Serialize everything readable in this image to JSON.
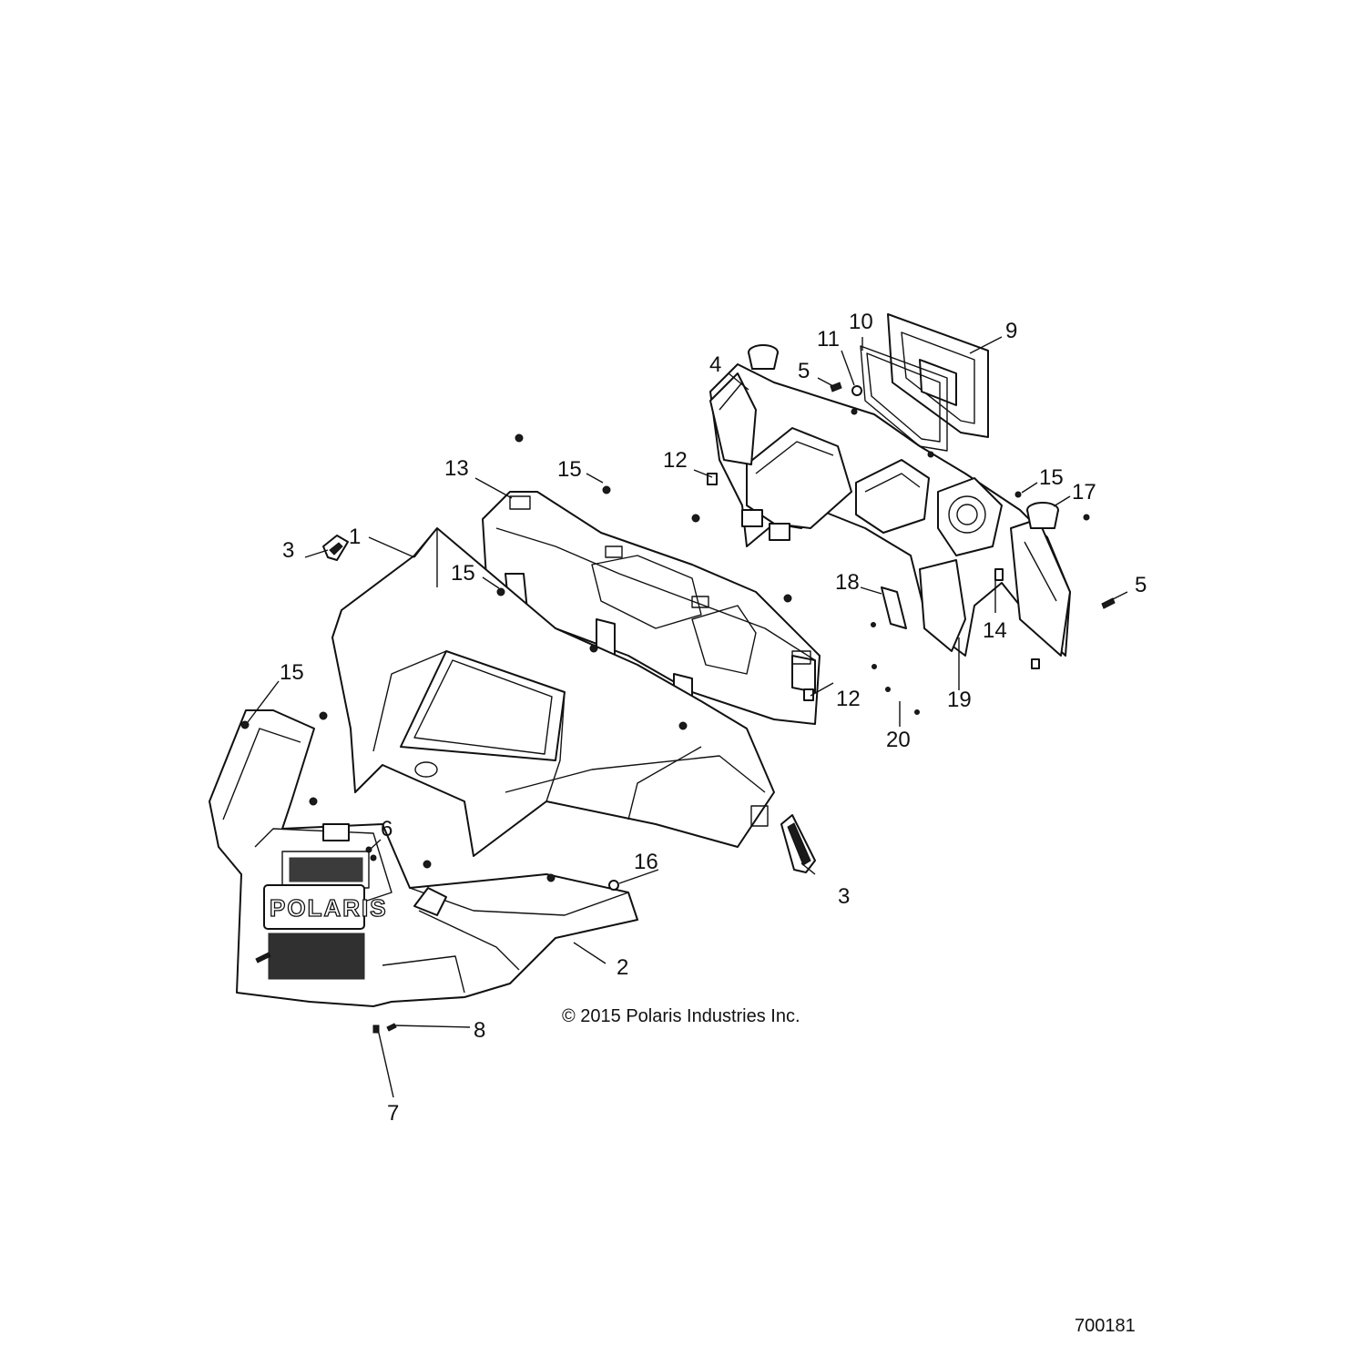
{
  "callouts": {
    "c1": "1",
    "c2": "2",
    "c3a": "3",
    "c3b": "3",
    "c4": "4",
    "c5a": "5",
    "c5b": "5",
    "c6": "6",
    "c7": "7",
    "c8": "8",
    "c9": "9",
    "c10": "10",
    "c11": "11",
    "c12a": "12",
    "c12b": "12",
    "c13": "13",
    "c14": "14",
    "c15a": "15",
    "c15b": "15",
    "c15c": "15",
    "c15d": "15",
    "c16": "16",
    "c17": "17",
    "c18": "18",
    "c19": "19",
    "c20": "20"
  },
  "brand_text": "POLARIS",
  "copyright": "© 2015 Polaris Industries Inc.",
  "drawing_number": "700181"
}
